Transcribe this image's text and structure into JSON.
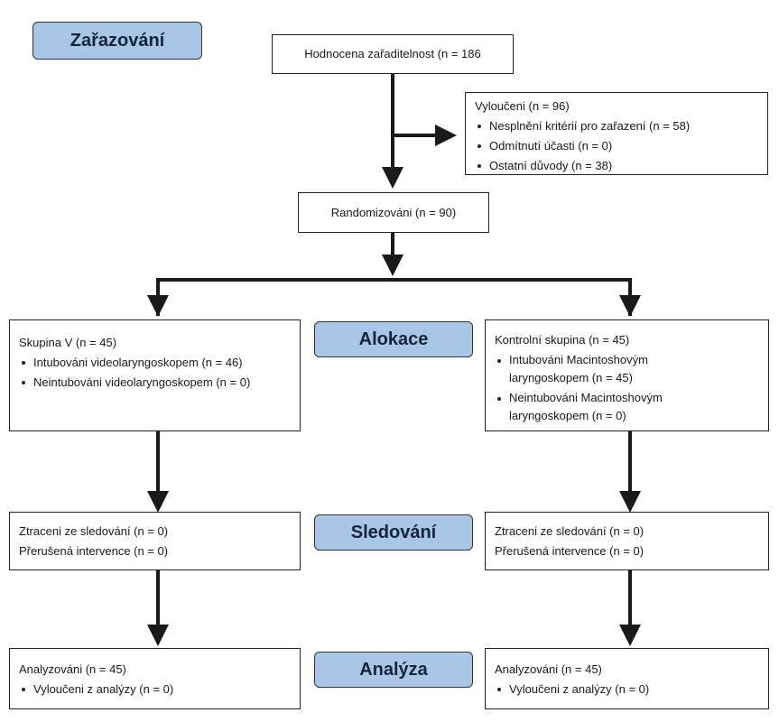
{
  "stages": {
    "enrollment": "Zařazování",
    "allocation": "Alokace",
    "followup": "Sledování",
    "analysis": "Analýza"
  },
  "enrollment": {
    "assessed": "Hodnocena zařaditelnost (n = 186",
    "excluded": {
      "title": "Vyloučeni (n = 96)",
      "items": [
        "Nesplnění kritérií pro zařazení (n = 58)",
        "Odmítnutí účasti (n = 0)",
        "Ostatní důvody (n = 38)"
      ]
    },
    "randomized": "Randomizováni (n = 90)"
  },
  "allocation": {
    "left": {
      "title": "Skupina V (n = 45)",
      "items": [
        "Intubováni videolaryngoskopem (n = 46)",
        "Neintubováni videolaryngoskopem (n = 0)"
      ]
    },
    "right": {
      "title": "Kontrolní skupina (n = 45)",
      "items": [
        "Intubováni Macintoshovým laryngoskopem (n = 45)",
        "Neintubováni Macintoshovým laryngoskopem (n = 0)"
      ]
    }
  },
  "followup": {
    "left": {
      "lost": "Ztraceni ze sledování (n = 0)",
      "discontinued": "Přerušená intervence (n = 0)"
    },
    "right": {
      "lost": "Ztraceni ze sledování (n = 0)",
      "discontinued": "Přerušená intervence (n = 0)"
    }
  },
  "analysis": {
    "left": {
      "title": "Analyzováni (n = 45)",
      "items": [
        "Vyloučeni z analýzy (n = 0)"
      ]
    },
    "right": {
      "title": "Analyzováni (n = 45)",
      "items": [
        "Vyloučeni z analýzy (n = 0)"
      ]
    }
  }
}
